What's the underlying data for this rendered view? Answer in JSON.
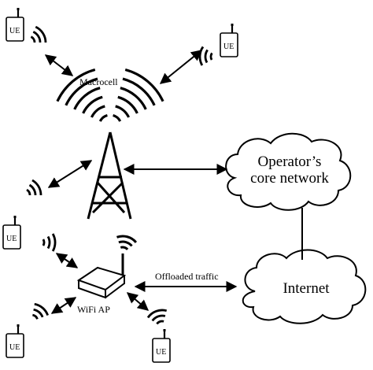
{
  "labels": {
    "macrocell": "Macrocell",
    "core_network_line1": "Operator’s",
    "core_network_line2": "core network",
    "internet": "Internet",
    "wifi_ap": "WiFi AP",
    "offloaded_traffic": "Offloaded traffic",
    "ue": "UE"
  },
  "colors": {
    "ink": "#000000",
    "background": "#ffffff"
  }
}
